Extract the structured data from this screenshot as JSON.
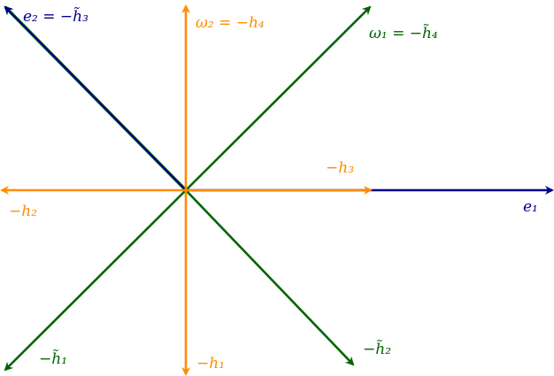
{
  "colors": {
    "blue": "#00008b",
    "orange": "#ff8c00",
    "green": "#006400"
  },
  "labels": {
    "e2": "e₂ = −h̃₃",
    "omega2": "ω₂ = −h₄",
    "omega1": "ω₁ = −h̃₄",
    "neg_h3": "−h₃",
    "e1": "e₁",
    "neg_h2": "−h₂",
    "neg_htilde1": "−h̃₁",
    "neg_h1": "−h₁",
    "neg_htilde2": "−h̃₂"
  }
}
